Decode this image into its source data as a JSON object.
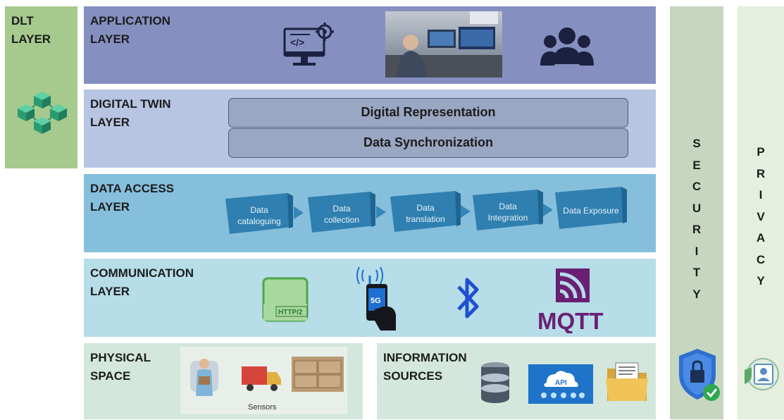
{
  "dlt": {
    "title": [
      "DLT",
      "LAYER"
    ]
  },
  "application": {
    "title": [
      "APPLICATION",
      "LAYER"
    ]
  },
  "digital_twin": {
    "title": [
      "DIGITAL TWIN",
      "LAYER"
    ],
    "items": [
      "Digital Representation",
      "Data Synchronization"
    ]
  },
  "data_access": {
    "title": [
      "DATA ACCESS",
      "LAYER"
    ],
    "steps": [
      [
        "Data",
        "cataloguing"
      ],
      [
        "Data",
        "collection"
      ],
      [
        "Data",
        "translation"
      ],
      [
        "Data",
        "Integration"
      ],
      [
        "Data Exposure"
      ]
    ]
  },
  "communication": {
    "title": [
      "COMMUNICATION",
      "LAYER"
    ],
    "icons": [
      "http2-icon",
      "mobile-5g-icon",
      "bluetooth-icon",
      "mqtt-logo"
    ],
    "http_label": "HTTP/2",
    "mobile_label": "5G",
    "mqtt_label": "MQTT"
  },
  "physical": {
    "title": [
      "PHYSICAL",
      "SPACE"
    ],
    "caption": "Sensors"
  },
  "information": {
    "title": [
      "INFORMATION",
      "SOURCES"
    ],
    "api_label": "API"
  },
  "security": {
    "letters": [
      "S",
      "E",
      "C",
      "U",
      "R",
      "I",
      "T",
      "Y"
    ]
  },
  "privacy": {
    "letters": [
      "P",
      "R",
      "I",
      "V",
      "A",
      "C",
      "Y"
    ]
  },
  "colors": {
    "dlt": "#a6c98d",
    "application": "#8590c0",
    "digital_twin": "#b7c5e3",
    "data_access": "#86bfdc",
    "communication": "#b6dde8",
    "bottom": "#d3e7dc",
    "security": "#c7d7bf",
    "privacy": "#e4efdf"
  }
}
